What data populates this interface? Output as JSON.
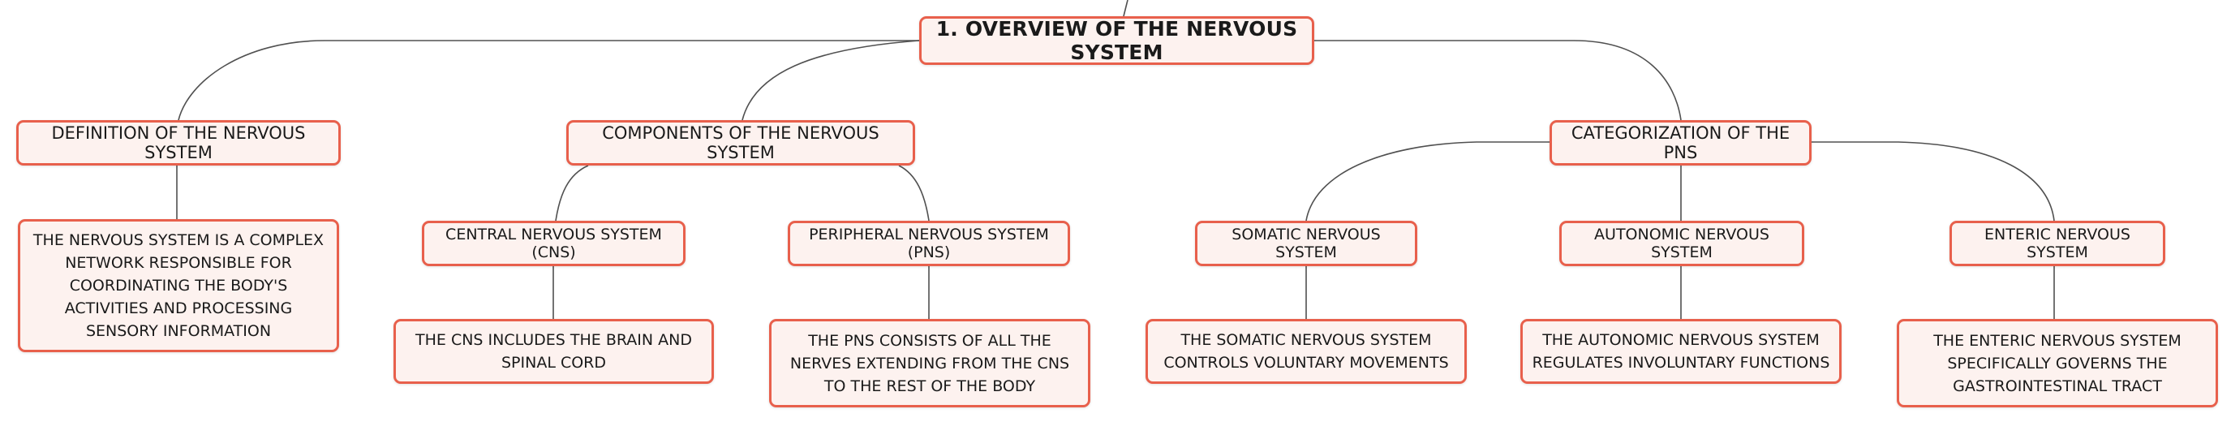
{
  "root": {
    "label": "1. OVERVIEW OF THE NERVOUS SYSTEM"
  },
  "definition": {
    "label": "DEFINITION OF THE NERVOUS SYSTEM",
    "detail": "THE NERVOUS SYSTEM IS A COMPLEX NETWORK RESPONSIBLE FOR COORDINATING THE BODY'S ACTIVITIES AND PROCESSING SENSORY INFORMATION"
  },
  "components": {
    "label": "COMPONENTS OF THE NERVOUS SYSTEM",
    "cns": {
      "label": "CENTRAL NERVOUS SYSTEM (CNS)",
      "detail": "THE CNS INCLUDES THE BRAIN AND SPINAL CORD"
    },
    "pns": {
      "label": "PERIPHERAL NERVOUS SYSTEM (PNS)",
      "detail": "THE PNS CONSISTS OF ALL THE NERVES EXTENDING FROM THE CNS TO THE REST OF THE BODY"
    }
  },
  "categorization": {
    "label": "CATEGORIZATION OF THE PNS",
    "somatic": {
      "label": "SOMATIC NERVOUS SYSTEM",
      "detail": "THE SOMATIC NERVOUS SYSTEM CONTROLS VOLUNTARY MOVEMENTS"
    },
    "autonomic": {
      "label": "AUTONOMIC NERVOUS SYSTEM",
      "detail": "THE AUTONOMIC NERVOUS SYSTEM REGULATES INVOLUNTARY FUNCTIONS"
    },
    "enteric": {
      "label": "ENTERIC NERVOUS SYSTEM",
      "detail": "THE ENTERIC NERVOUS SYSTEM SPECIFICALLY GOVERNS THE GASTROINTESTINAL TRACT"
    }
  },
  "colors": {
    "border": "#e8604c",
    "fill": "#fdf2ef",
    "connector": "#505050",
    "text": "#1a1a1a"
  }
}
